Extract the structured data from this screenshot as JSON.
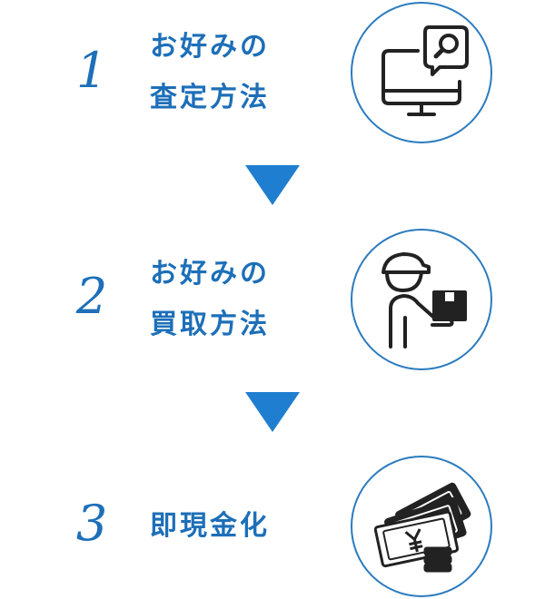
{
  "steps": [
    {
      "number": "1",
      "line1": "お好みの",
      "line2": "査定方法",
      "icon": "computer-search-icon"
    },
    {
      "number": "2",
      "line1": "お好みの",
      "line2": "買取方法",
      "icon": "delivery-person-icon"
    },
    {
      "number": "3",
      "line1": "即現金化",
      "line2": "",
      "icon": "cash-icon"
    }
  ],
  "colors": {
    "accent": "#1d6fb8",
    "arrow": "#1f7ed0",
    "circle_border": "#2b7bbf",
    "icon": "#222222"
  }
}
